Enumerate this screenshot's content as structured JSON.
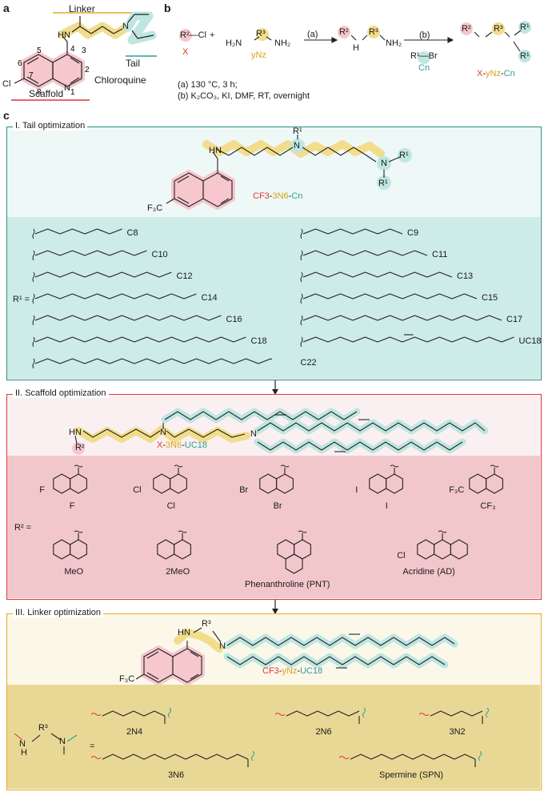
{
  "panel_a": {
    "letter": "a",
    "linker_label": "Linker",
    "tail_label": "Tail",
    "scaffold_label": "Scaffold",
    "compound_name": "Chloroquine",
    "atoms": {
      "hn": "HN",
      "n_tail": "N",
      "n_ring": "N",
      "cl": "Cl"
    },
    "ring_numbers": [
      "1",
      "2",
      "3",
      "4",
      "5",
      "6",
      "7",
      "8"
    ]
  },
  "panel_b": {
    "letter": "b",
    "reactant1": "R²—Cl",
    "reactant1_tag": "X",
    "plus": "+",
    "reactant2_left": "H₂N",
    "reactant2_r": "R³",
    "reactant2_right": "NH₂",
    "reactant2_tag": "yNz",
    "step_a": "(a)",
    "intermediate_r2": "R²",
    "intermediate_h": "H",
    "intermediate_r3": "R³",
    "intermediate_nh2": "NH₂",
    "step_b": "(b)",
    "reagent": "R¹—Br",
    "reagent_tag": "Cn",
    "product_r2": "R²",
    "product_r3": "R³",
    "product_r1a": "R¹",
    "product_r1b": "R¹",
    "product_tag_x": "X",
    "product_tag_y": "yNz",
    "product_tag_c": "Cn",
    "condition_a": "(a) 130 °C, 3 h;",
    "condition_b": "(b) K₂CO₃, KI, DMF, RT, overnight"
  },
  "panel_c": {
    "letter": "c",
    "section1": {
      "title": "I. Tail optimization",
      "compound_x": "CF3",
      "compound_y": "3N6",
      "compound_c": "Cn",
      "r_label": "R¹ =",
      "atoms": {
        "hn": "HN",
        "n": "N",
        "r1": "R¹",
        "f3c": "F₃C"
      },
      "chains_left": [
        {
          "label": "C8",
          "n": 8
        },
        {
          "label": "C10",
          "n": 10
        },
        {
          "label": "C12",
          "n": 12
        },
        {
          "label": "C14",
          "n": 14
        },
        {
          "label": "C16",
          "n": 16
        },
        {
          "label": "C18",
          "n": 18
        },
        {
          "label": "C22",
          "n": 22
        }
      ],
      "chains_right": [
        {
          "label": "C9",
          "n": 9
        },
        {
          "label": "C11",
          "n": 11
        },
        {
          "label": "C13",
          "n": 13
        },
        {
          "label": "C15",
          "n": 15
        },
        {
          "label": "C17",
          "n": 17
        },
        {
          "label": "UC18",
          "n": 18
        }
      ]
    },
    "section2": {
      "title": "II. Scaffold optimization",
      "compound_x": "X",
      "compound_y": "3N6",
      "compound_c": "UC18",
      "r_label": "R² =",
      "atoms": {
        "hn": "HN",
        "n": "N",
        "r2": "R²"
      },
      "scaffolds": [
        {
          "label": "F",
          "sub": "F"
        },
        {
          "label": "Cl",
          "sub": "Cl"
        },
        {
          "label": "Br",
          "sub": "Br"
        },
        {
          "label": "I",
          "sub": "I"
        },
        {
          "label": "CF₃",
          "sub": "F₃C"
        },
        {
          "label": "MeO",
          "sub": ""
        },
        {
          "label": "2MeO",
          "sub": ""
        },
        {
          "label": "Phenanthroline (PNT)",
          "sub": ""
        },
        {
          "label": "Acridine (AD)",
          "sub": "Cl"
        }
      ]
    },
    "section3": {
      "title": "III. Linker optimization",
      "compound_x": "CF3",
      "compound_y": "yNz",
      "compound_c": "UC18",
      "atoms": {
        "hn": "HN",
        "r3": "R³",
        "n": "N",
        "f3c": "F₃C"
      },
      "general": {
        "h": "H",
        "r3": "R³",
        "n": "N",
        "n_left": "N",
        "eq": "="
      },
      "linkers": [
        {
          "label": "2N4"
        },
        {
          "label": "2N6"
        },
        {
          "label": "3N2"
        },
        {
          "label": "3N6"
        },
        {
          "label": "Spermine (SPN)"
        }
      ]
    }
  },
  "colors": {
    "scaffold": "#e3342f",
    "linker": "#d9a21b",
    "tail": "#2e9e93",
    "box1_border": "#2f8f86",
    "box1_top": "#eef8f7",
    "box1_bottom": "#cdebe7",
    "box2_border": "#e0393a",
    "box2_top": "#fbf0f1",
    "box2_bottom": "#f2c7cc",
    "box3_border": "#e8a92a",
    "box3_top": "#fbf8ea",
    "box3_bottom": "#e9d895"
  }
}
